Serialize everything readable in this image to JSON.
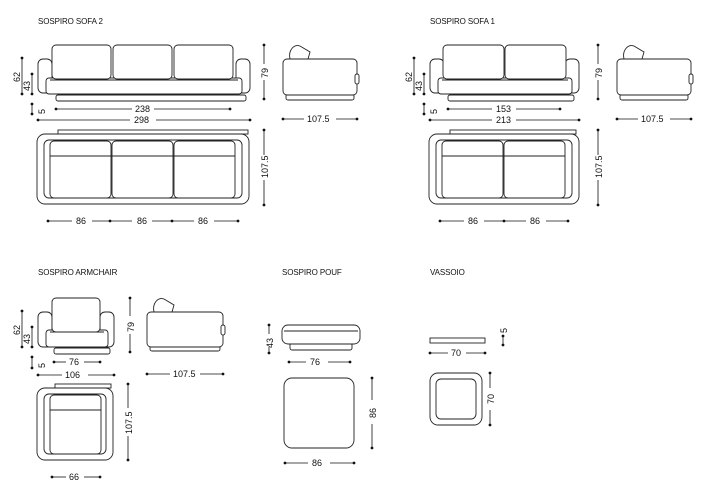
{
  "titles": {
    "sofa2": "SOSPIRO SOFA 2",
    "sofa1": "SOSPIRO SOFA 1",
    "armchair": "SOSPIRO ARMCHAIR",
    "pouf": "SOSPIRO POUF",
    "tray": "VASSOIO"
  },
  "dims": {
    "sofa2": {
      "h_arm": "62",
      "h_seat": "43",
      "h_total": "79",
      "h_base": "5",
      "inner": "238",
      "outer": "298",
      "depth_side": "107.5",
      "depth_top": "107.5",
      "seat1": "86",
      "seat2": "86",
      "seat3": "86"
    },
    "sofa1": {
      "h_arm": "62",
      "h_seat": "43",
      "h_total": "79",
      "h_base": "5",
      "inner": "153",
      "outer": "213",
      "depth_side": "107.5",
      "depth_top": "107.5",
      "seat1": "86",
      "seat2": "86"
    },
    "armchair": {
      "h_arm": "62",
      "h_seat": "43",
      "h_total": "79",
      "h_base": "5",
      "inner": "76",
      "outer": "106",
      "depth_side": "107.5",
      "depth_top": "107.5",
      "seat": "66"
    },
    "pouf": {
      "height": "43",
      "width_front": "76",
      "width_top": "86",
      "depth_top": "86"
    },
    "tray": {
      "height": "5",
      "width_front": "70",
      "depth_top": "70"
    }
  }
}
